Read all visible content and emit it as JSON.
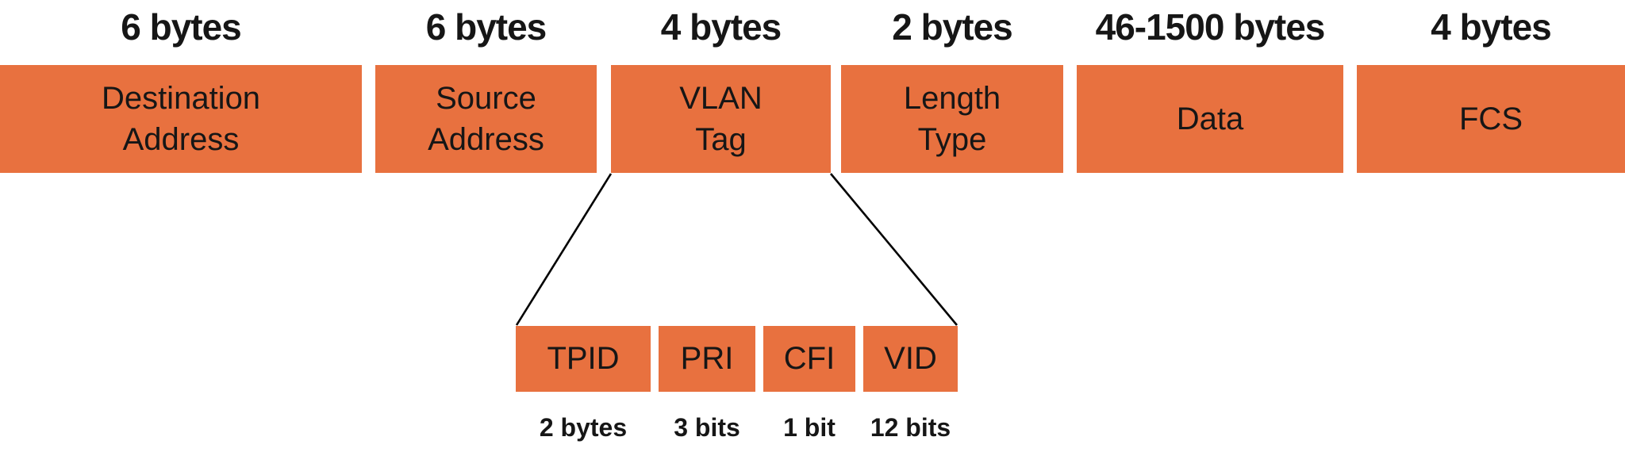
{
  "colors": {
    "background": "#ffffff",
    "field_fill": "#E8713F",
    "text": "#161616",
    "connector": "#000000"
  },
  "ethernet_frame": {
    "fields": [
      {
        "size": "6 bytes",
        "name": "Destination\nAddress"
      },
      {
        "size": "6 bytes",
        "name": "Source\nAddress"
      },
      {
        "size": "4 bytes",
        "name": "VLAN\nTag"
      },
      {
        "size": "2 bytes",
        "name": "Length\nType"
      },
      {
        "size": "46-1500 bytes",
        "name": "Data"
      },
      {
        "size": "4 bytes",
        "name": "FCS"
      }
    ]
  },
  "vlan_tag_detail": {
    "subfields": [
      {
        "name": "TPID",
        "size": "2 bytes"
      },
      {
        "name": "PRI",
        "size": "3 bits"
      },
      {
        "name": "CFI",
        "size": "1 bit"
      },
      {
        "name": "VID",
        "size": "12 bits"
      }
    ]
  }
}
